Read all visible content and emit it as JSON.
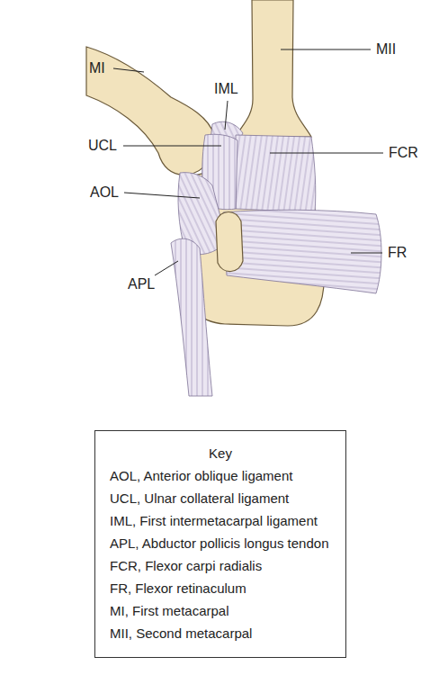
{
  "diagram": {
    "nodes": [
      {
        "text": [
          "Key",
          "AOL, Anterior oblique ligament",
          "UCL, Ulnar collateral ligament",
          "IML, First intermetacarpal ligament",
          "APL, Abductor pollicis longus tendon",
          "FCR, Flexor carpi radialis",
          "FR, Flexor retinaculum",
          "MI, First metacarpal",
          "MII, Second metacarpal"
        ]
      }
    ],
    "labels": [
      "MII",
      "IML",
      "MI",
      "FCR",
      "UCL",
      "AOL",
      "FR",
      "APL"
    ]
  }
}
